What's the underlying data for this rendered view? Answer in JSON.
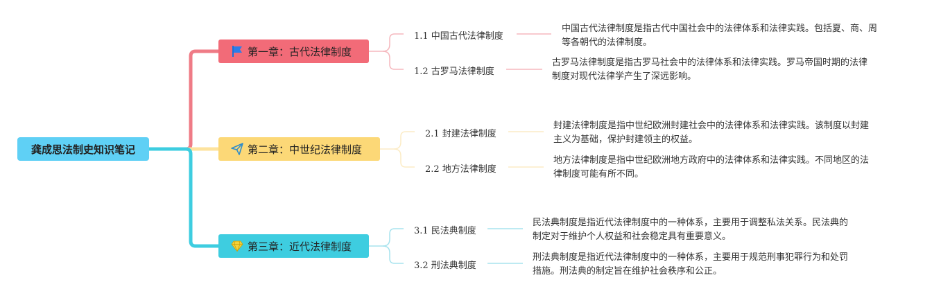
{
  "root": {
    "title": "龚成思法制史知识笔记",
    "color": "#5fd0f5"
  },
  "chapters": [
    {
      "title": "第一章：古代法律制度",
      "icon": "flag-icon",
      "color": "#f26b78",
      "line_color": "#ef7b86",
      "sub_line_color": "#f5b7bd",
      "items": [
        {
          "label": "1.1 中国古代法律制度",
          "desc_line1": "中国古代法律制度是指古代中国社会中的法律体系和法律实践。包括夏、商、周",
          "desc_line2": "等各朝代的法律制度。"
        },
        {
          "label": "1.2 古罗马法律制度",
          "desc_line1": "古罗马法律制度是指古罗马社会中的法律体系和法律实践。罗马帝国时期的法律",
          "desc_line2": "制度对现代法律学产生了深远影响。"
        }
      ]
    },
    {
      "title": "第二章：中世纪法律制度",
      "icon": "paper-plane-icon",
      "color": "#fcd877",
      "line_color": "#fde39e",
      "sub_line_color": "#fcecc6",
      "items": [
        {
          "label": "2.1 封建法律制度",
          "desc_line1": "封建法律制度是指中世纪欧洲封建社会中的法律体系和法律实践。该制度以封建",
          "desc_line2": "主义为基础，保护封建领主的权益。"
        },
        {
          "label": "2.2 地方法律制度",
          "desc_line1": "地方法律制度是指中世纪欧洲地方政府中的法律体系和法律实践。不同地区的法",
          "desc_line2": "律制度可能有所不同。"
        }
      ]
    },
    {
      "title": "第三章：近代法律制度",
      "icon": "diamond-icon",
      "color": "#3ecde0",
      "line_color": "#3ecde0",
      "sub_line_color": "#a7e3ee",
      "items": [
        {
          "label": "3.1 民法典制度",
          "desc_line1": "民法典制度是指近代法律制度中的一种体系，主要用于调整私法关系。民法典的",
          "desc_line2": "制定对于维护个人权益和社会稳定具有重要意义。"
        },
        {
          "label": "3.2 刑法典制度",
          "desc_line1": "刑法典制度是指近代法律制度中的一种体系，主要用于规范刑事犯罪行为和处罚",
          "desc_line2": "措施。刑法典的制定旨在维护社会秩序和公正。"
        }
      ]
    }
  ]
}
